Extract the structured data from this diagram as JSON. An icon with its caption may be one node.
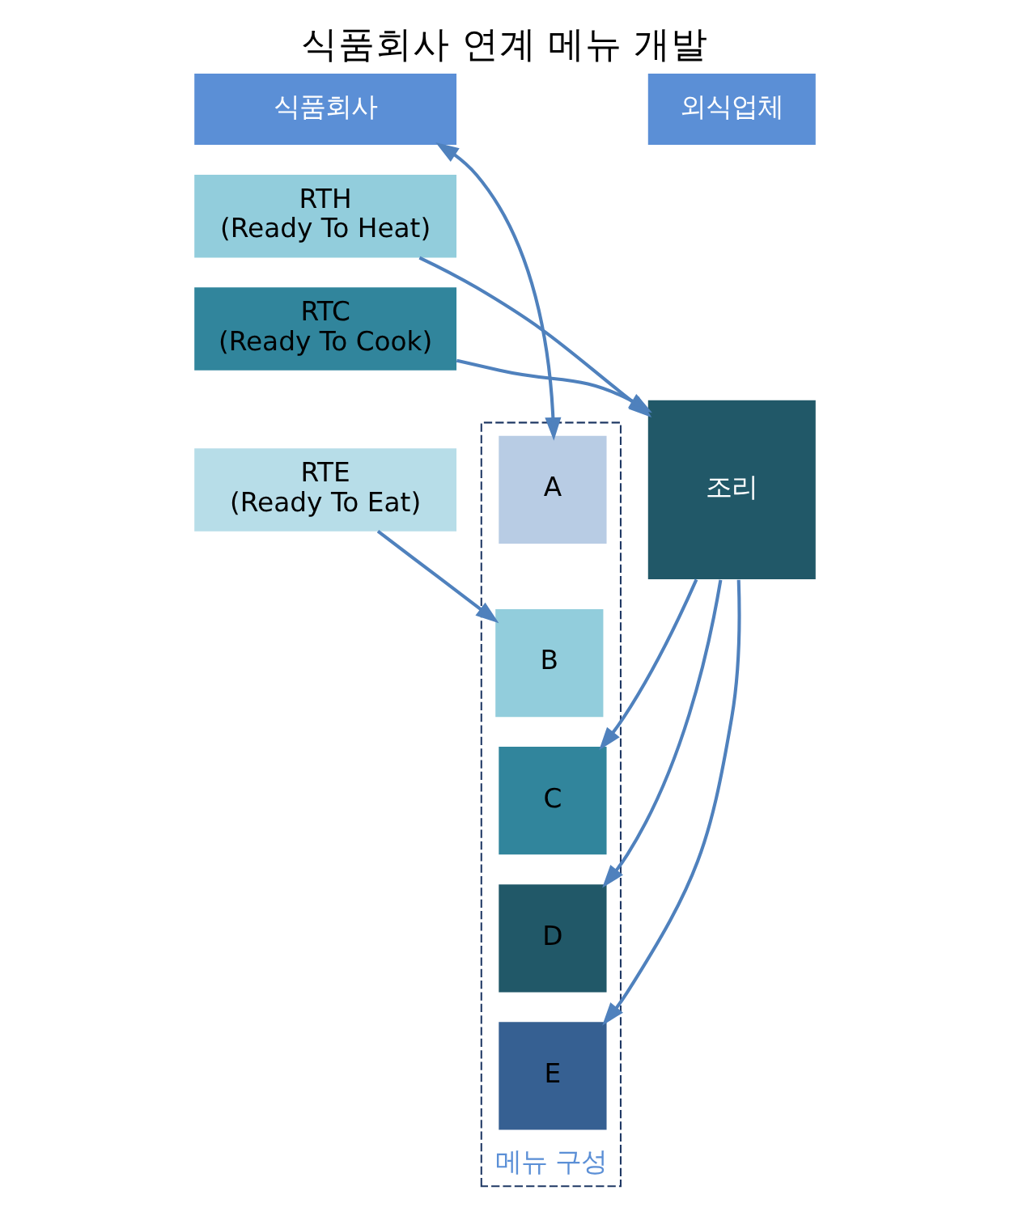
{
  "diagram": {
    "title": "식품회사 연계 메뉴 개발",
    "nodes": [
      {
        "text": [
          "식품회사"
        ]
      },
      {
        "text": [
          "RTH",
          "(Ready To Heat)"
        ]
      },
      {
        "text": [
          "RTC",
          "(Ready To Cook)"
        ]
      },
      {
        "text": [
          "RTE",
          "(Ready To Eat)"
        ]
      },
      {
        "text": [
          "외식업체"
        ]
      },
      {
        "text": [
          "조리"
        ]
      },
      {
        "text": [
          "메뉴 구성"
        ]
      },
      {
        "text": [
          "A"
        ],
        "in": 6
      },
      {
        "text": [
          "B"
        ],
        "in": 6
      },
      {
        "text": [
          "C"
        ],
        "in": 6
      },
      {
        "text": [
          "D"
        ],
        "in": 6
      },
      {
        "text": [
          "E"
        ],
        "in": 6
      }
    ],
    "edges": [
      {
        "from": 1,
        "to": 5,
        "arrow": "to"
      },
      {
        "from": 2,
        "to": 5,
        "arrow": "to"
      },
      {
        "from": 3,
        "to": 8,
        "arrow": "to"
      },
      {
        "from": 5,
        "to": 9,
        "arrow": "to"
      },
      {
        "from": 5,
        "to": 10,
        "arrow": "to"
      },
      {
        "from": 5,
        "to": 11,
        "arrow": "to"
      },
      {
        "from": 7,
        "to": 0,
        "arrow": "both"
      }
    ]
  }
}
